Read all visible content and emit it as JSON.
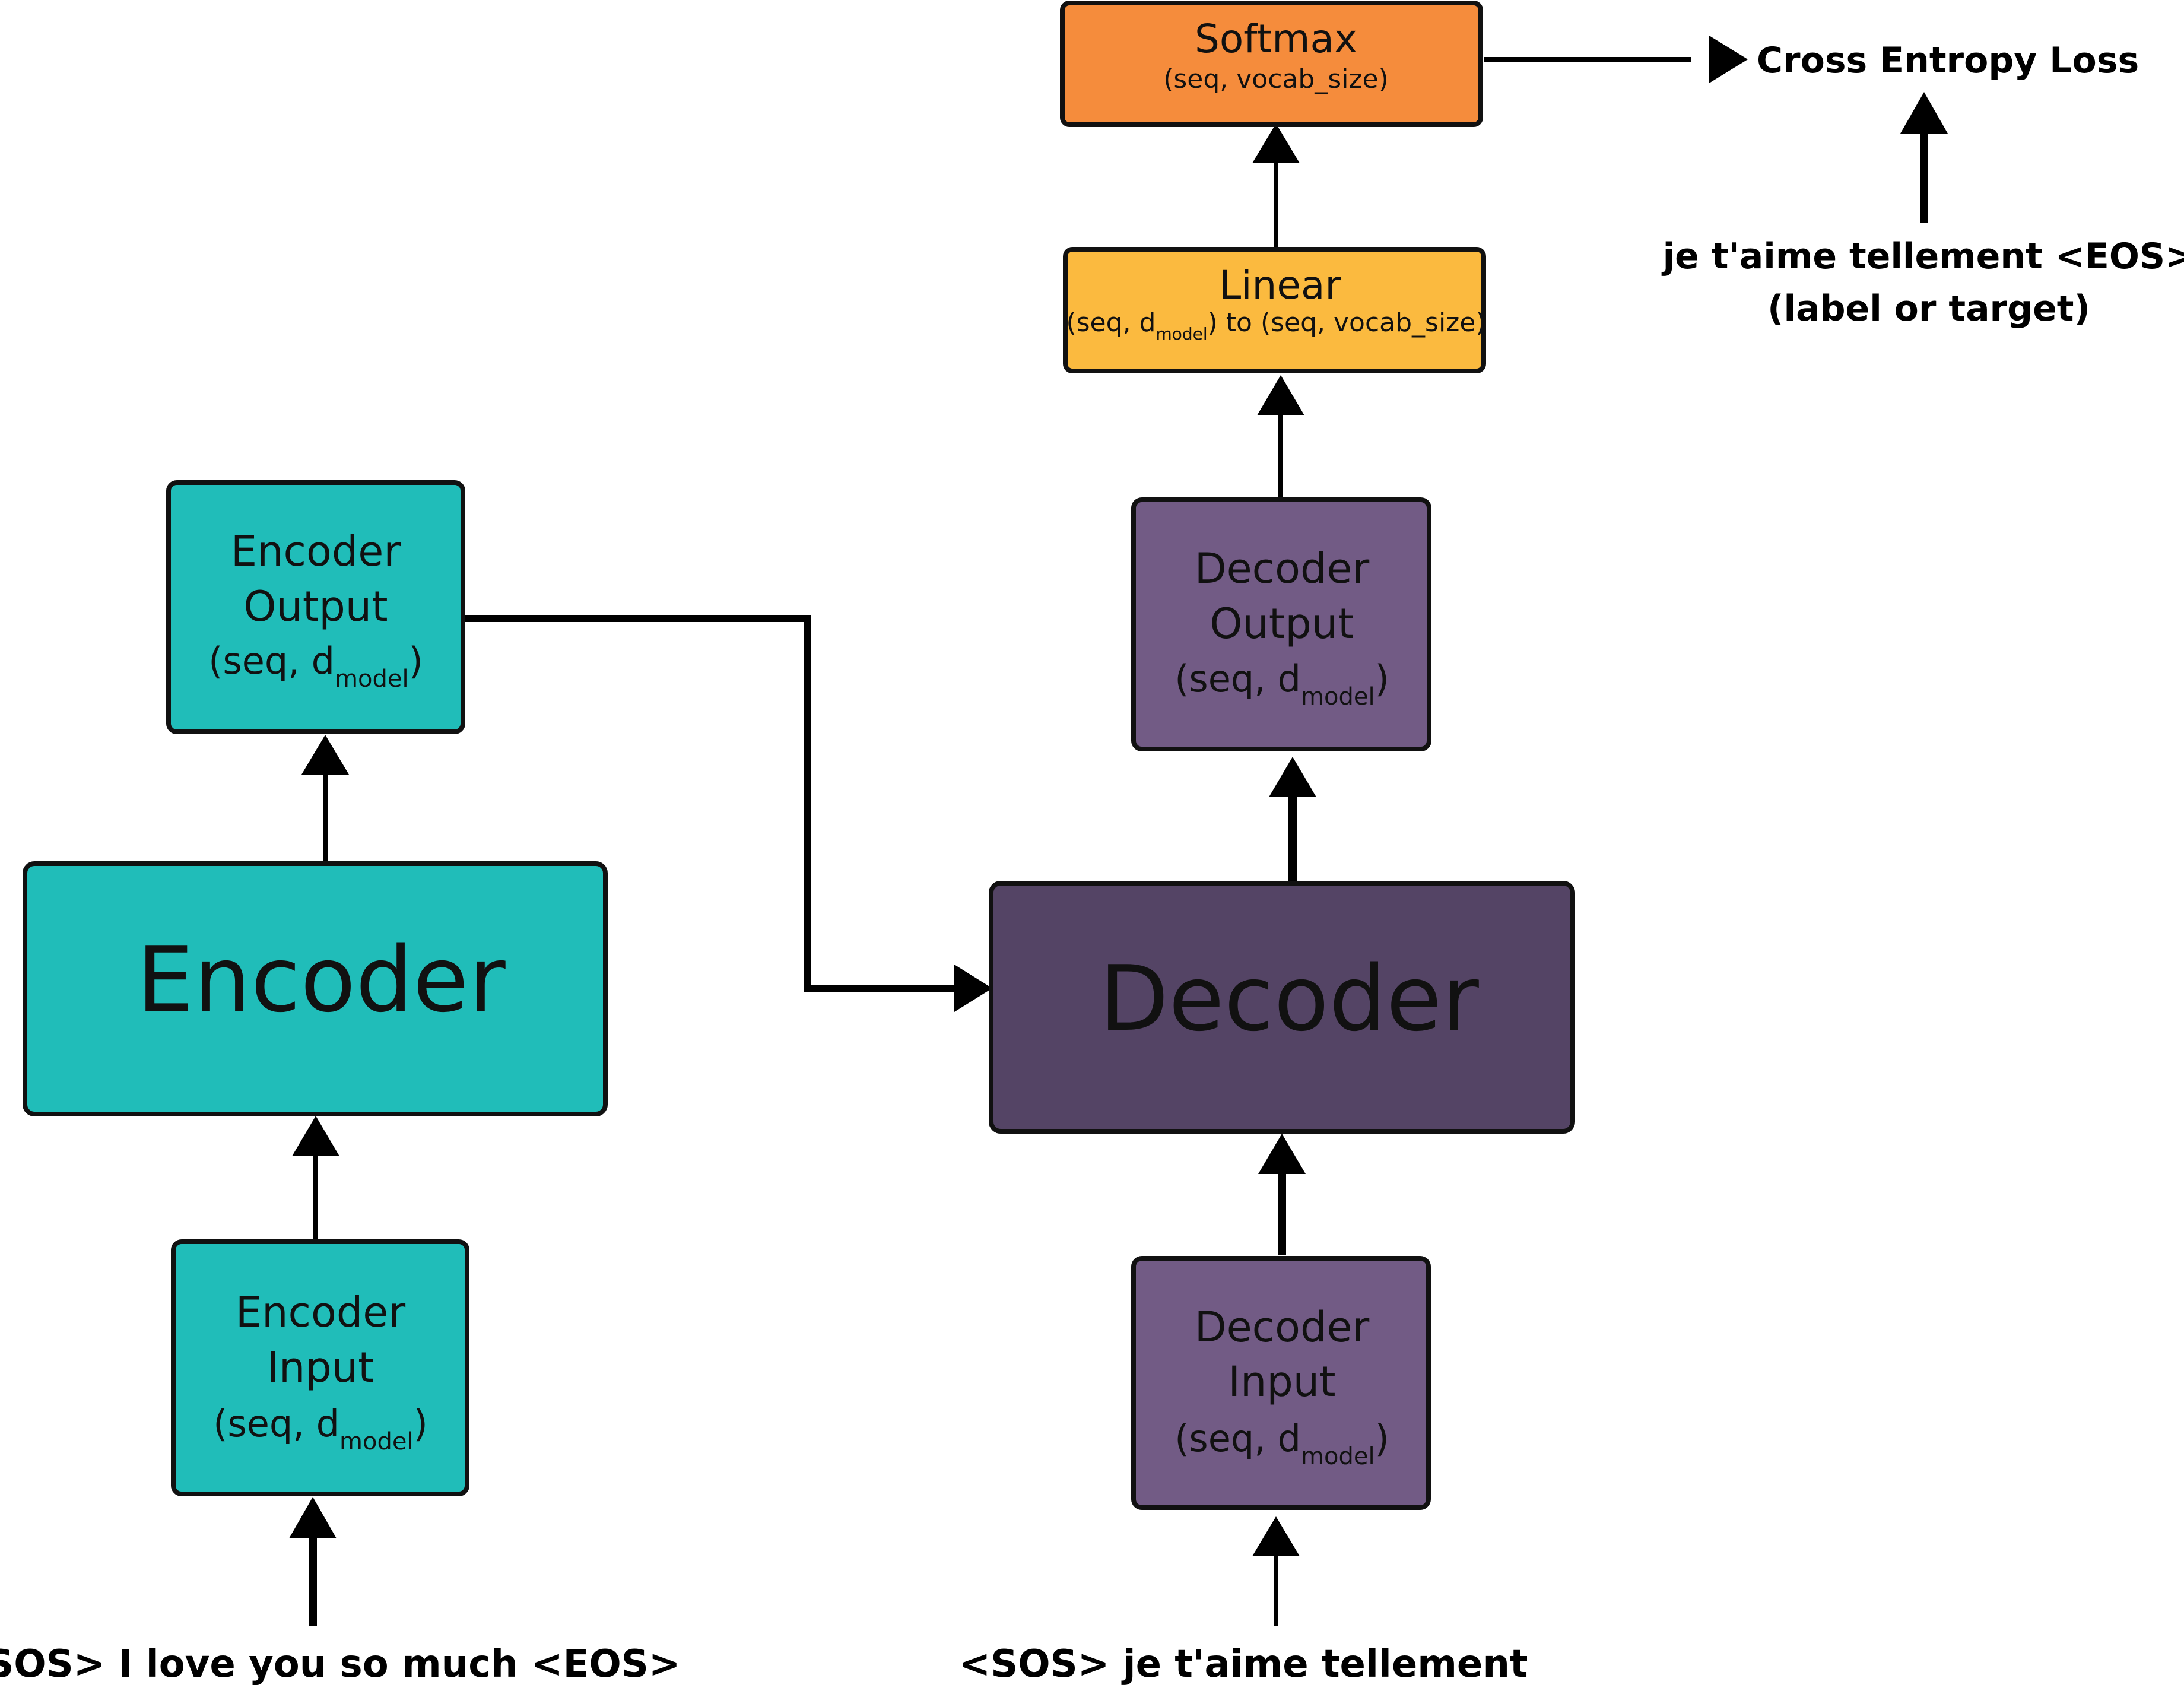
{
  "colors": {
    "encoder": "#20BDB9",
    "decoder_io": "#725B85",
    "decoder": "#544465",
    "linear": "#FBBA3F",
    "softmax": "#F58C3C",
    "stroke": "#111111"
  },
  "encoder_input": {
    "line1": "Encoder",
    "line2": "Input",
    "shape_prefix": "(seq, d",
    "shape_sub": "model",
    "shape_suffix": ")"
  },
  "encoder": {
    "label": "Encoder"
  },
  "encoder_output": {
    "line1": "Encoder",
    "line2": "Output",
    "shape_prefix": "(seq, d",
    "shape_sub": "model",
    "shape_suffix": ")"
  },
  "decoder_input": {
    "line1": "Decoder",
    "line2": "Input",
    "shape_prefix": "(seq, d",
    "shape_sub": "model",
    "shape_suffix": ")"
  },
  "decoder": {
    "label": "Decoder"
  },
  "decoder_output": {
    "line1": "Decoder",
    "line2": "Output",
    "shape_prefix": "(seq, d",
    "shape_sub": "model",
    "shape_suffix": ")"
  },
  "linear": {
    "label": "Linear",
    "shape_prefix": "(seq, d",
    "shape_sub": "model",
    "shape_suffix": ") to (seq, vocab_size)"
  },
  "softmax": {
    "label": "Softmax",
    "shape": "(seq, vocab_size)"
  },
  "encoder_sentence": "<SOS> I love you so much <EOS>",
  "decoder_sentence": "<SOS> je t'aime tellement",
  "loss": {
    "label": "Cross Entropy Loss"
  },
  "target": {
    "line1": "je t'aime tellement <EOS>",
    "line2": "(label or target)"
  }
}
